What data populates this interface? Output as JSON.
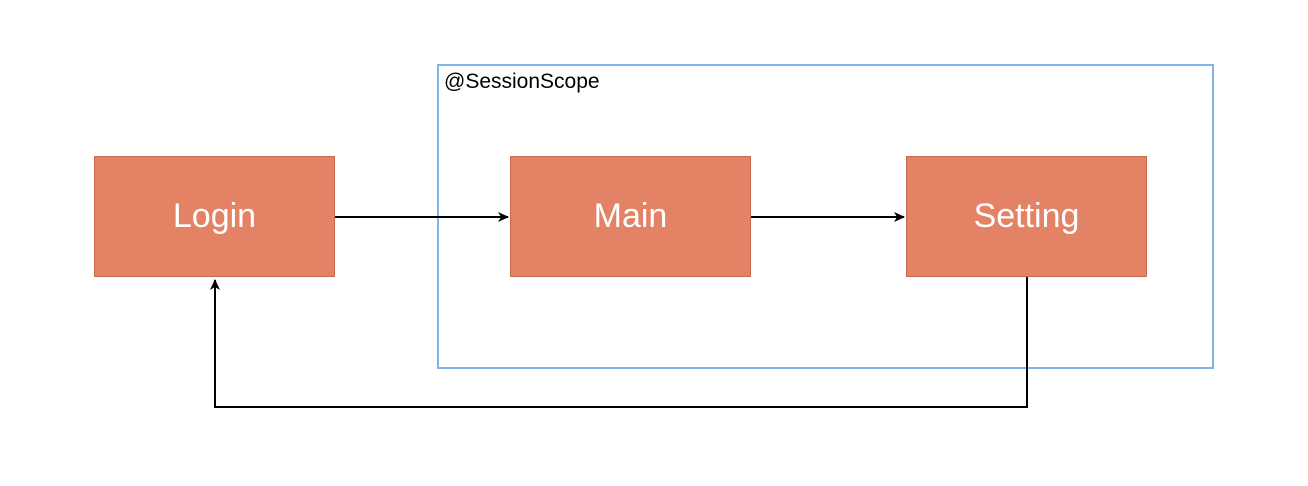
{
  "diagram": {
    "scope": {
      "label": "@SessionScope",
      "border_color": "#7fb4e6"
    },
    "nodes": [
      {
        "id": "login",
        "label": "Login"
      },
      {
        "id": "main",
        "label": "Main"
      },
      {
        "id": "setting",
        "label": "Setting"
      }
    ],
    "node_fill": "#e38264",
    "edges": [
      {
        "from": "login",
        "to": "main"
      },
      {
        "from": "main",
        "to": "setting"
      },
      {
        "from": "setting",
        "to": "login"
      }
    ]
  }
}
